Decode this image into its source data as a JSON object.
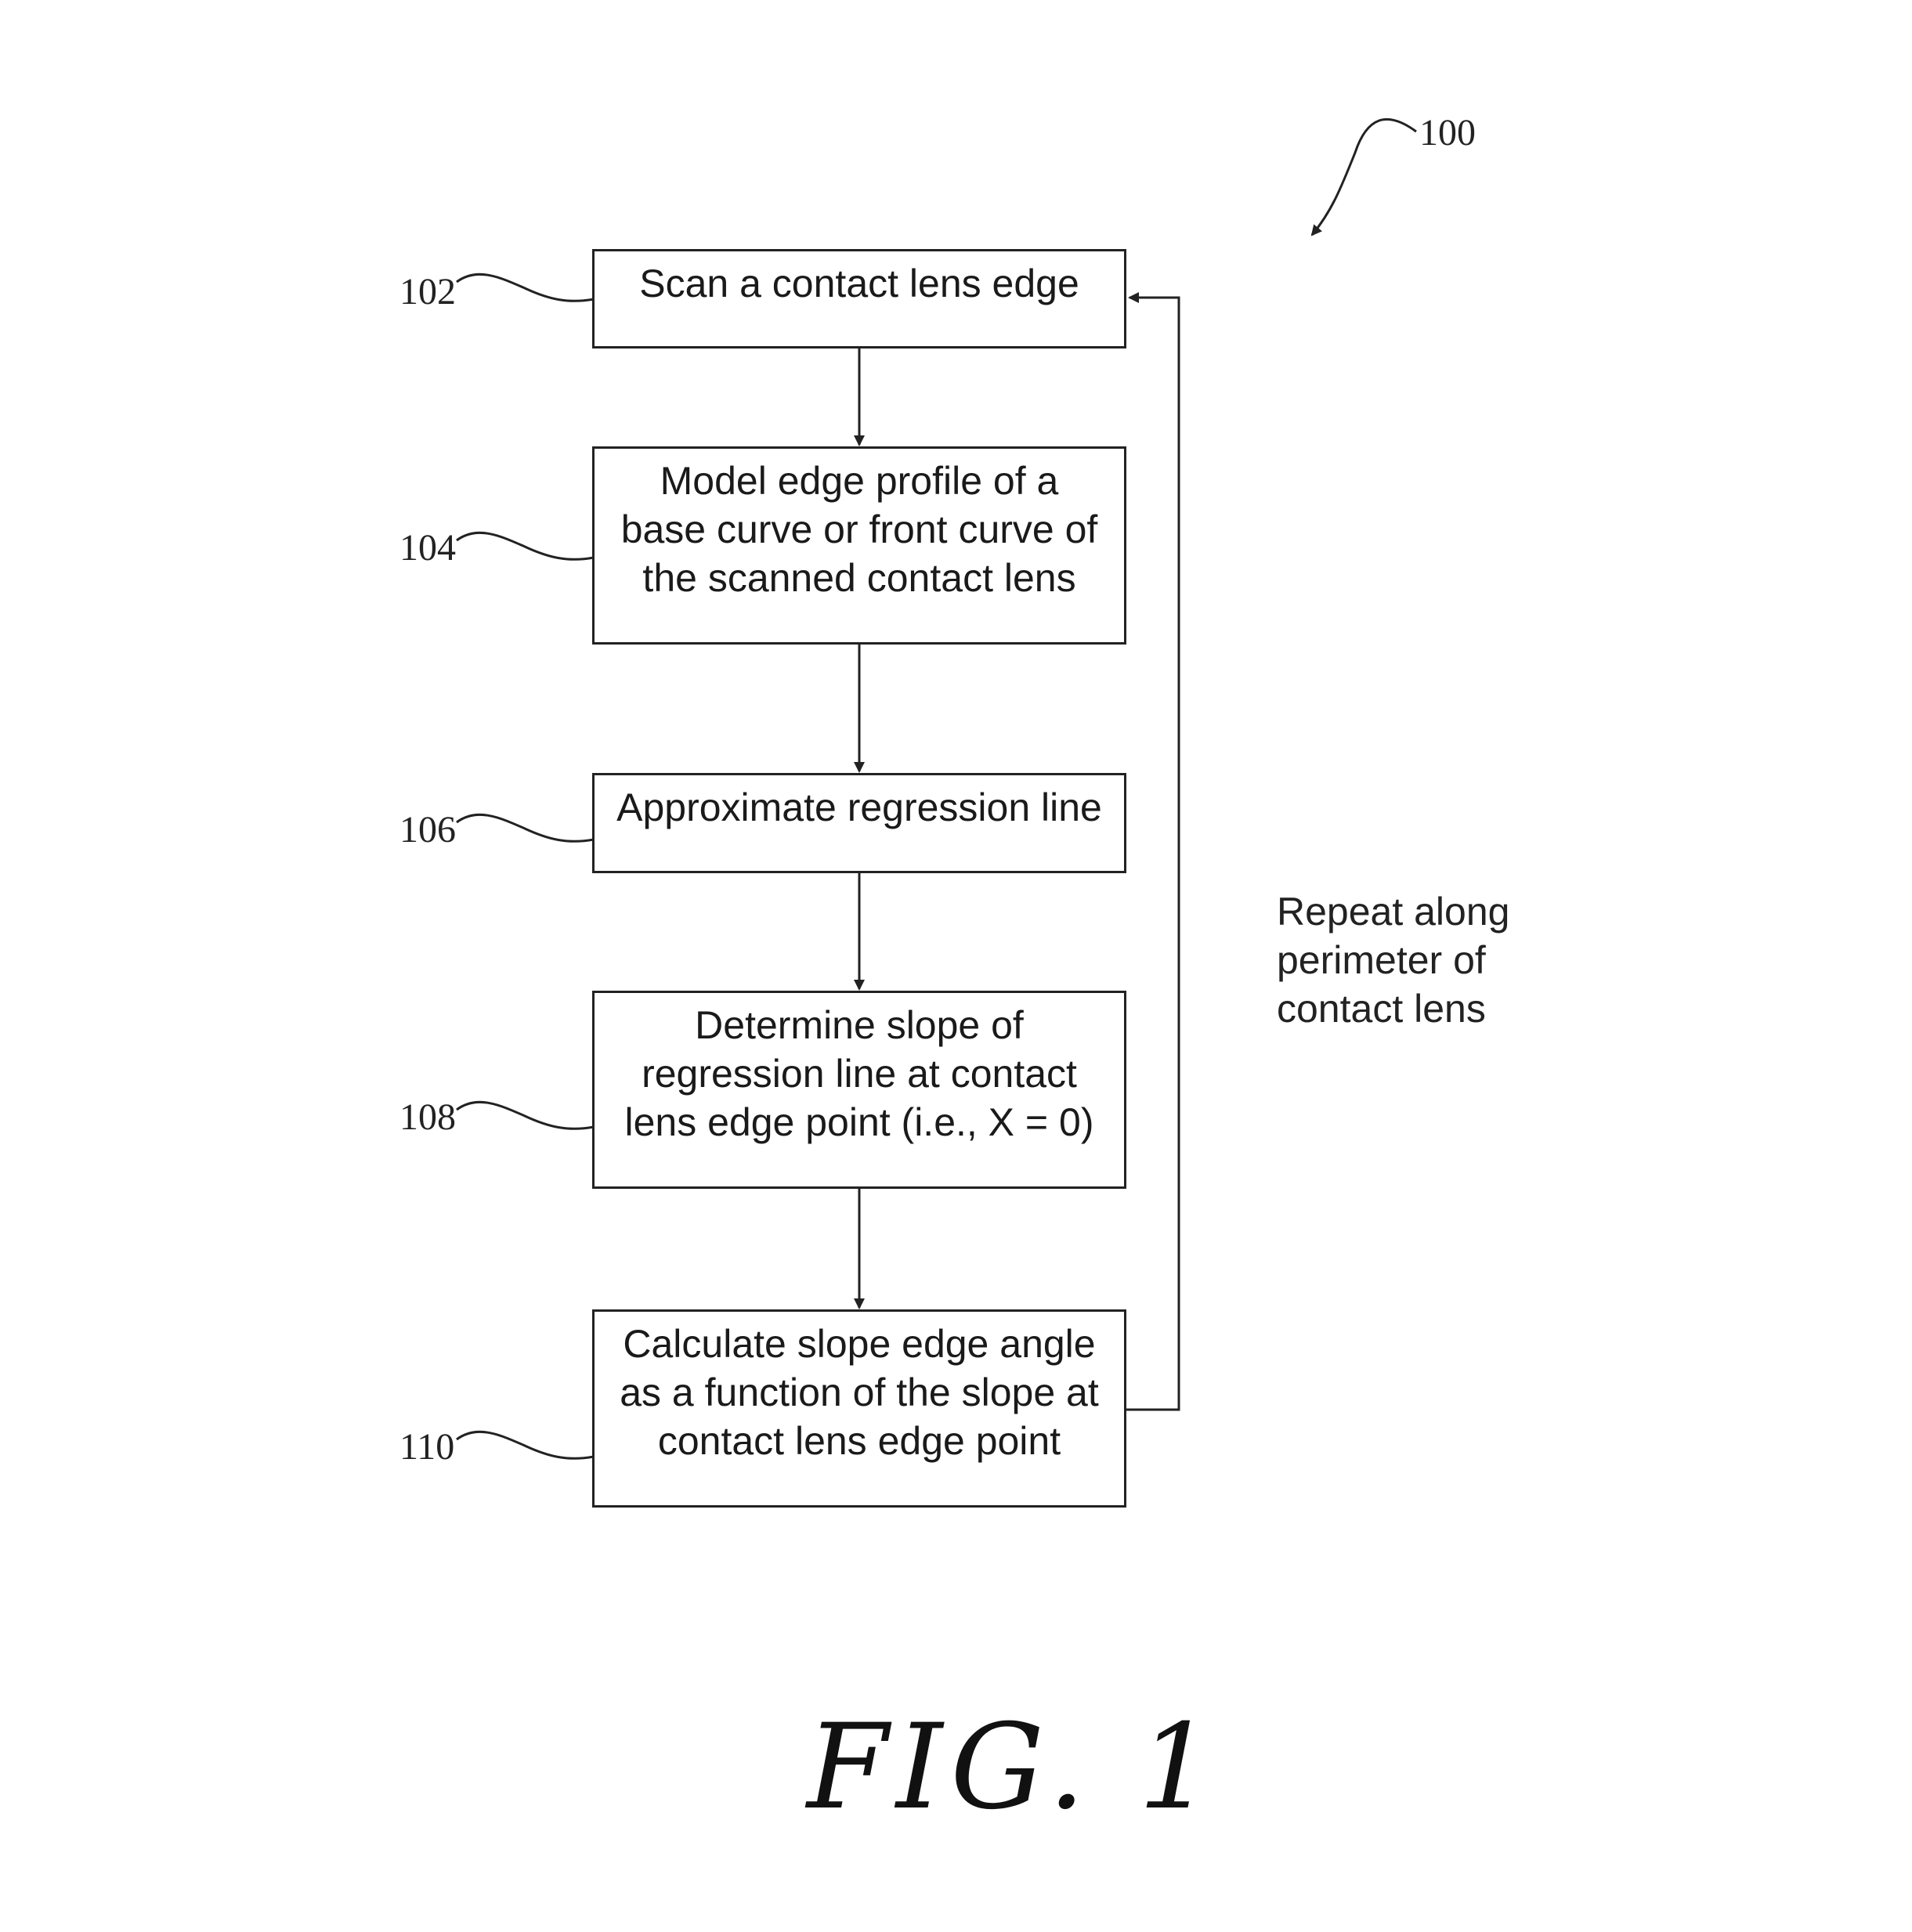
{
  "figure": {
    "reference_number": "100",
    "caption": "FIG. 1"
  },
  "steps": [
    {
      "ref": "102",
      "text": "Scan a contact lens edge"
    },
    {
      "ref": "104",
      "text": "Model edge profile of a\nbase curve or front curve of\nthe scanned contact lens"
    },
    {
      "ref": "106",
      "text": "Approximate regression line"
    },
    {
      "ref": "108",
      "text": "Determine slope of\nregression line at contact\nlens edge point (i.e., X = 0)"
    },
    {
      "ref": "110",
      "text": "Calculate slope edge angle\nas a function of the slope at\ncontact lens edge point"
    }
  ],
  "loop_note": "Repeat along\nperimeter of\ncontact lens"
}
